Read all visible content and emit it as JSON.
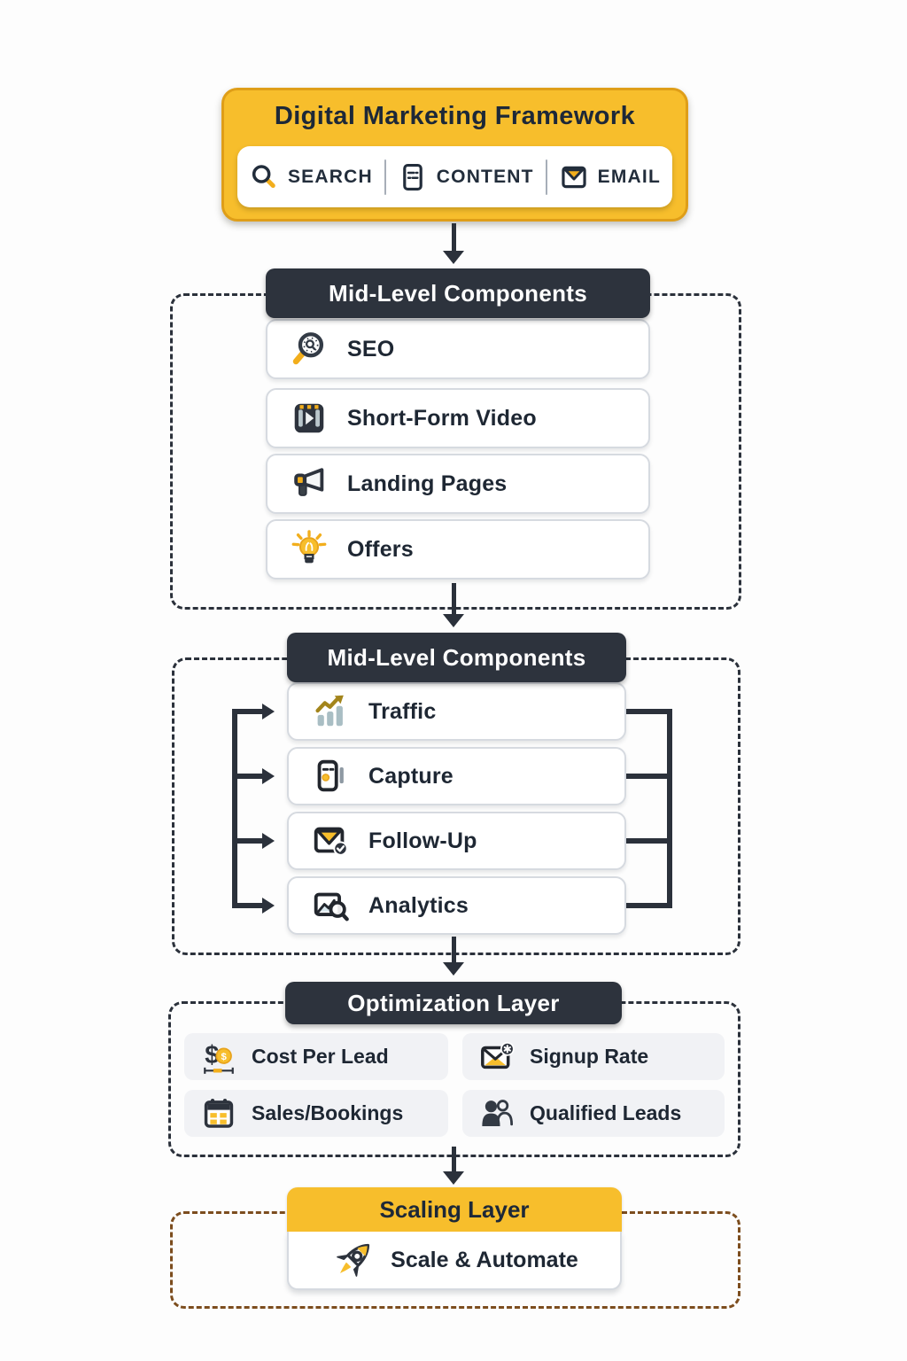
{
  "colors": {
    "brand_yellow": "#f7be2c",
    "yellow_border": "#df9e18",
    "dark_header": "#2d333d",
    "navy_text": "#1e2733",
    "connector": "#2b313b",
    "card_border": "#d6dae0",
    "opt_card_bg": "#f1f2f5",
    "scaling_dash": "#7c4d1e",
    "steel_accent": "#a9bec4",
    "gold_accent": "#a3851c"
  },
  "header": {
    "title": "Digital Marketing Framework",
    "channels": [
      {
        "label": "SEARCH",
        "icon": "search-icon"
      },
      {
        "label": "CONTENT",
        "icon": "content-icon"
      },
      {
        "label": "EMAIL",
        "icon": "email-icon"
      }
    ]
  },
  "sections": [
    {
      "id": "mid-level-1",
      "title": "Mid-Level Components",
      "items": [
        {
          "label": "SEO",
          "icon": "seo-magnifier-icon"
        },
        {
          "label": "Short-Form Video",
          "icon": "short-form-video-icon"
        },
        {
          "label": "Landing Pages",
          "icon": "megaphone-icon"
        },
        {
          "label": "Offers",
          "icon": "lightbulb-icon"
        }
      ]
    },
    {
      "id": "mid-level-2",
      "title": "Mid-Level Components",
      "items": [
        {
          "label": "Traffic",
          "icon": "traffic-chart-icon"
        },
        {
          "label": "Capture",
          "icon": "capture-form-icon"
        },
        {
          "label": "Follow-Up",
          "icon": "email-check-icon"
        },
        {
          "label": "Analytics",
          "icon": "analytics-search-icon"
        }
      ]
    },
    {
      "id": "optimization",
      "title": "Optimization Layer",
      "items": [
        {
          "label": "Cost Per Lead",
          "icon": "cost-per-lead-icon"
        },
        {
          "label": "Signup Rate",
          "icon": "signup-rate-icon"
        },
        {
          "label": "Sales/Bookings",
          "icon": "calendar-icon"
        },
        {
          "label": "Qualified Leads",
          "icon": "qualified-leads-icon"
        }
      ]
    },
    {
      "id": "scaling",
      "title": "Scaling Layer",
      "items": [
        {
          "label": "Scale & Automate",
          "icon": "rocket-icon"
        }
      ]
    }
  ]
}
